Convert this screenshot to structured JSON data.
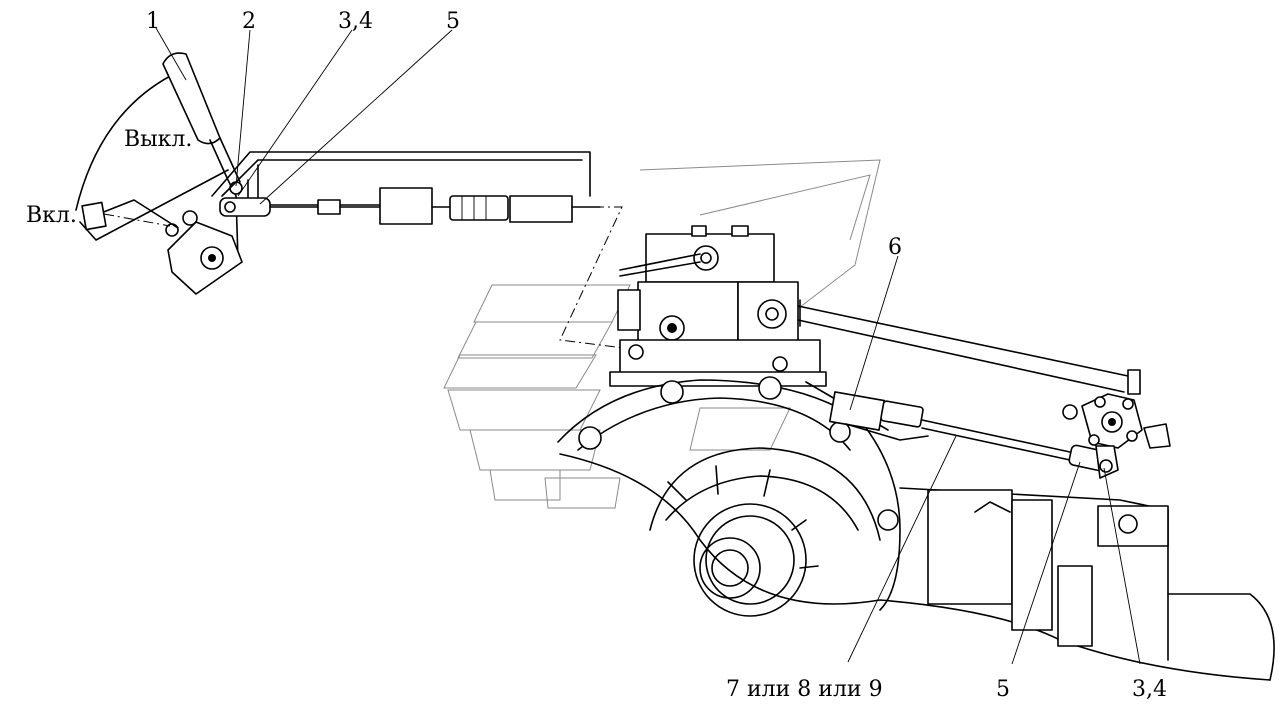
{
  "callouts": {
    "c1": "1",
    "c2": "2",
    "c34_top": "3,4",
    "c5_top": "5",
    "c6": "6",
    "c789": "7 или 8 или 9",
    "c5_bottom": "5",
    "c34_bottom": "3,4"
  },
  "positions": {
    "off": "Выкл.",
    "on": "Вкл."
  }
}
